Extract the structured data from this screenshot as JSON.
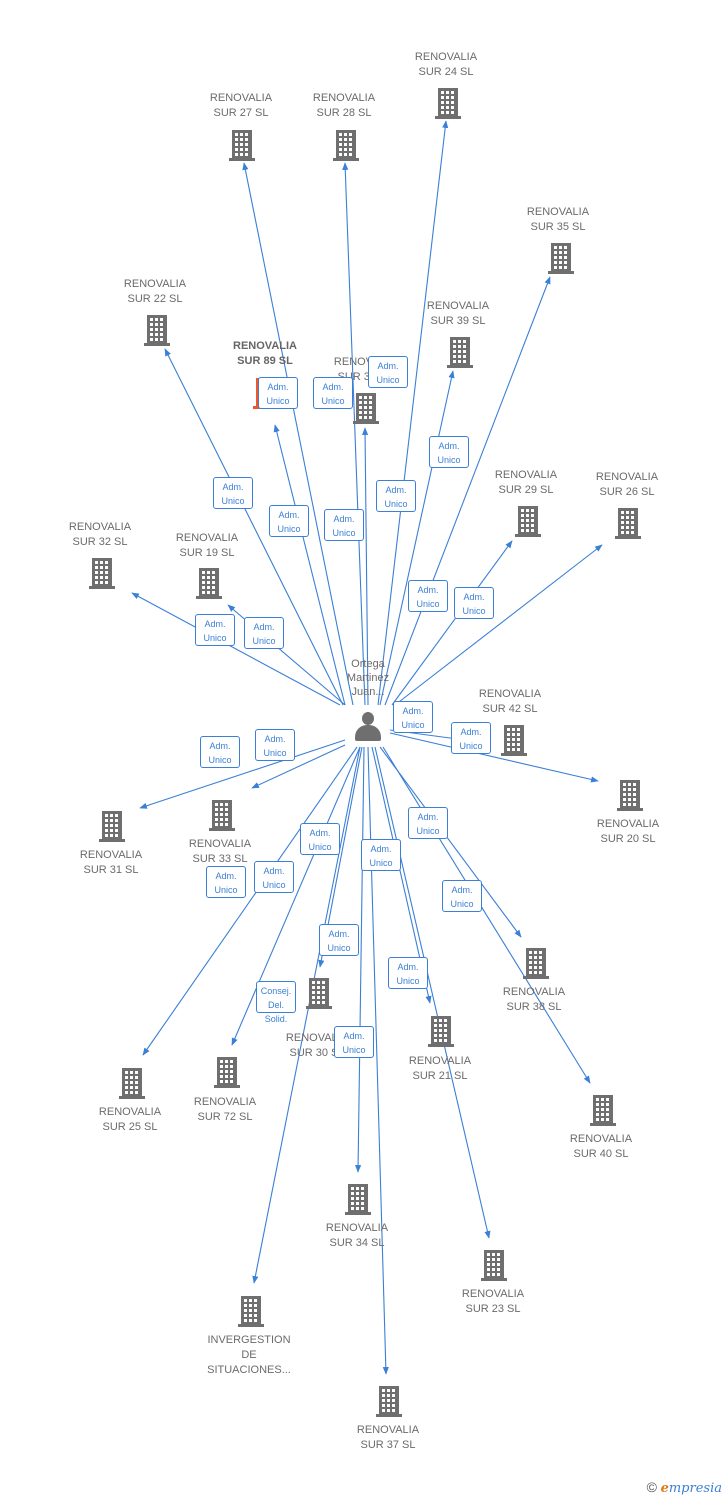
{
  "center": {
    "name": "Ortega\nMartinez\nJuan..."
  },
  "nodes": [
    {
      "id": "sur24",
      "label": "RENOVALIA\nSUR 24  SL"
    },
    {
      "id": "sur27",
      "label": "RENOVALIA\nSUR 27  SL"
    },
    {
      "id": "sur28",
      "label": "RENOVALIA\nSUR 28  SL"
    },
    {
      "id": "sur35",
      "label": "RENOVALIA\nSUR 35  SL"
    },
    {
      "id": "sur22",
      "label": "RENOVALIA\nSUR 22  SL"
    },
    {
      "id": "sur39",
      "label": "RENOVALIA\nSUR 39  SL"
    },
    {
      "id": "sur89",
      "label": "RENOVALIA\nSUR 89  SL",
      "highlight": true
    },
    {
      "id": "sur36",
      "label": "RENOVALIA\nSUR 36  SL"
    },
    {
      "id": "sur29",
      "label": "RENOVALIA\nSUR 29  SL"
    },
    {
      "id": "sur26",
      "label": "RENOVALIA\nSUR 26  SL"
    },
    {
      "id": "sur32",
      "label": "RENOVALIA\nSUR 32  SL"
    },
    {
      "id": "sur19",
      "label": "RENOVALIA\nSUR 19  SL"
    },
    {
      "id": "sur42",
      "label": "RENOVALIA\nSUR 42  SL"
    },
    {
      "id": "sur20",
      "label": "RENOVALIA\nSUR 20  SL"
    },
    {
      "id": "sur31",
      "label": "RENOVALIA\nSUR 31  SL"
    },
    {
      "id": "sur33",
      "label": "RENOVALIA\nSUR 33  SL"
    },
    {
      "id": "sur30",
      "label": "RENOVALIA\nSUR 30  SL"
    },
    {
      "id": "sur38",
      "label": "RENOVALIA\nSUR 38  SL"
    },
    {
      "id": "sur21",
      "label": "RENOVALIA\nSUR 21  SL"
    },
    {
      "id": "sur25",
      "label": "RENOVALIA\nSUR 25  SL"
    },
    {
      "id": "sur72",
      "label": "RENOVALIA\nSUR 72  SL"
    },
    {
      "id": "sur40",
      "label": "RENOVALIA\nSUR 40  SL"
    },
    {
      "id": "sur34",
      "label": "RENOVALIA\nSUR 34  SL"
    },
    {
      "id": "sur23",
      "label": "RENOVALIA\nSUR 23  SL"
    },
    {
      "id": "invergestion",
      "label": "INVERGESTION\nDE\nSITUACIONES..."
    },
    {
      "id": "sur37",
      "label": "RENOVALIA\nSUR 37  SL"
    }
  ],
  "edges": [
    {
      "to": "sur24",
      "role": "Adm.\nUnico"
    },
    {
      "to": "sur27",
      "role": "Adm.\nUnico"
    },
    {
      "to": "sur28",
      "role": "Adm.\nUnico"
    },
    {
      "to": "sur35",
      "role": "Adm.\nUnico"
    },
    {
      "to": "sur22",
      "role": "Adm.\nUnico"
    },
    {
      "to": "sur39",
      "role": "Adm.\nUnico"
    },
    {
      "to": "sur89",
      "role": "Adm.\nUnico"
    },
    {
      "to": "sur36",
      "role": "Adm.\nUnico"
    },
    {
      "to": "sur29",
      "role": "Adm.\nUnico"
    },
    {
      "to": "sur26",
      "role": "Adm.\nUnico"
    },
    {
      "to": "sur32",
      "role": "Adm.\nUnico"
    },
    {
      "to": "sur19",
      "role": "Adm.\nUnico"
    },
    {
      "to": "sur42",
      "role": "Adm.\nUnico"
    },
    {
      "to": "sur20",
      "role": "Adm.\nUnico"
    },
    {
      "to": "sur31",
      "role": "Adm.\nUnico"
    },
    {
      "to": "sur33",
      "role": "Adm.\nUnico"
    },
    {
      "to": "sur30",
      "role": "Adm.\nUnico"
    },
    {
      "to": "sur38",
      "role": "Adm.\nUnico"
    },
    {
      "to": "sur21",
      "role": "Adm.\nUnico"
    },
    {
      "to": "sur25",
      "role": "Adm.\nUnico"
    },
    {
      "to": "sur72",
      "role": "Adm.\nUnico"
    },
    {
      "to": "sur40",
      "role": "Adm.\nUnico"
    },
    {
      "to": "sur34",
      "role": "Adm.\nUnico"
    },
    {
      "to": "sur23",
      "role": "Adm.\nUnico"
    },
    {
      "to": "invergestion",
      "role": "Consej.\nDel. Solid."
    },
    {
      "to": "sur37",
      "role": "Adm.\nUnico"
    }
  ],
  "colors": {
    "edge": "#3b7fd6",
    "node": "#6f6f6f",
    "highlight": "#f0562e",
    "text": "#6b6b6b"
  },
  "watermark": {
    "copyright": "©",
    "brand_initial": "e",
    "brand_rest": "mpresia"
  }
}
